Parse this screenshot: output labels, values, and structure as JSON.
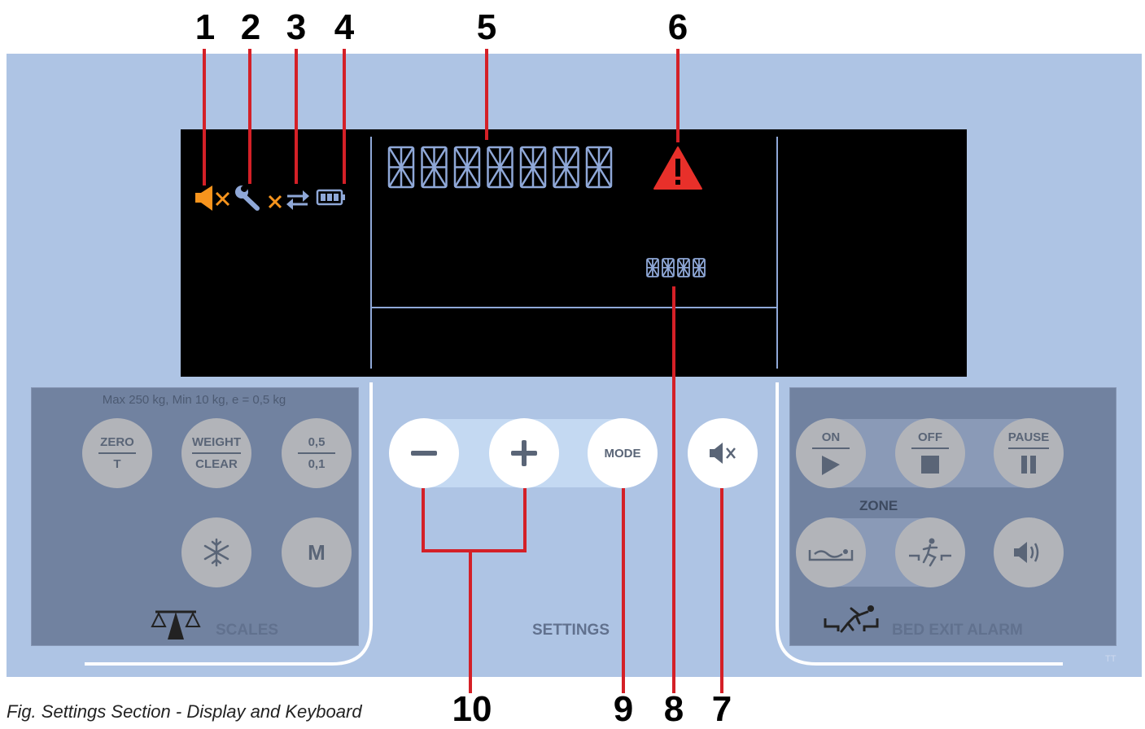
{
  "callouts": [
    "1",
    "2",
    "3",
    "4",
    "5",
    "6",
    "7",
    "8",
    "9",
    "10"
  ],
  "scales": {
    "spec": "Max 250 kg, Min 10 kg, e = 0,5 kg",
    "zero_top": "ZERO",
    "zero_bottom": "T",
    "weight_top": "WEIGHT",
    "weight_bottom": "CLEAR",
    "res_top": "0,5",
    "res_bottom": "0,1",
    "memory": "M",
    "label": "SCALES"
  },
  "settings": {
    "mode": "MODE",
    "label": "SETTINGS"
  },
  "bed_exit": {
    "on": "ON",
    "off": "OFF",
    "pause": "PAUSE",
    "zone": "ZONE",
    "label": "BED EXIT ALARM"
  },
  "corner_mark": "TT",
  "caption": "Fig. Settings Section - Display and Keyboard",
  "colors": {
    "panel": "#aec4e4",
    "callout_line": "#d42027",
    "icon_orange": "#f7941d",
    "warning": "#e8302a",
    "segment": "#8fa8d8"
  }
}
